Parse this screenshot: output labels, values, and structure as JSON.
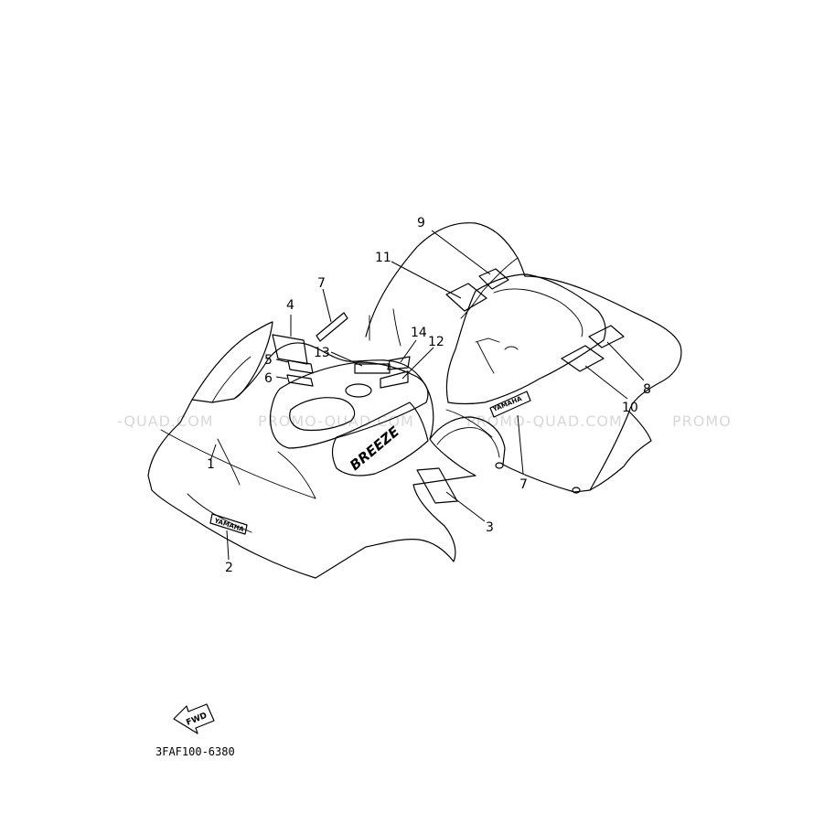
{
  "watermark": {
    "text_1": "PROMO-QUAD.COM",
    "text_2": "PROMO-QUAD.COM",
    "text_3": "-QUAD.COM",
    "text_4": "PROMO"
  },
  "decals": {
    "side_logo": "BREEZE",
    "front_badge": "YAMAHA",
    "rear_badge": "YAMAHA",
    "fwd_arrow": "FWD"
  },
  "callouts": [
    {
      "id": "1",
      "label": "1"
    },
    {
      "id": "2",
      "label": "2"
    },
    {
      "id": "3",
      "label": "3"
    },
    {
      "id": "4",
      "label": "4"
    },
    {
      "id": "5",
      "label": "5"
    },
    {
      "id": "6",
      "label": "6"
    },
    {
      "id": "7a",
      "label": "7"
    },
    {
      "id": "7b",
      "label": "7"
    },
    {
      "id": "8",
      "label": "8"
    },
    {
      "id": "9",
      "label": "9"
    },
    {
      "id": "10",
      "label": "10"
    },
    {
      "id": "11",
      "label": "11"
    },
    {
      "id": "12",
      "label": "12"
    },
    {
      "id": "13",
      "label": "13"
    },
    {
      "id": "14",
      "label": "14"
    }
  ],
  "diagram_code": "3FAF100-6380"
}
